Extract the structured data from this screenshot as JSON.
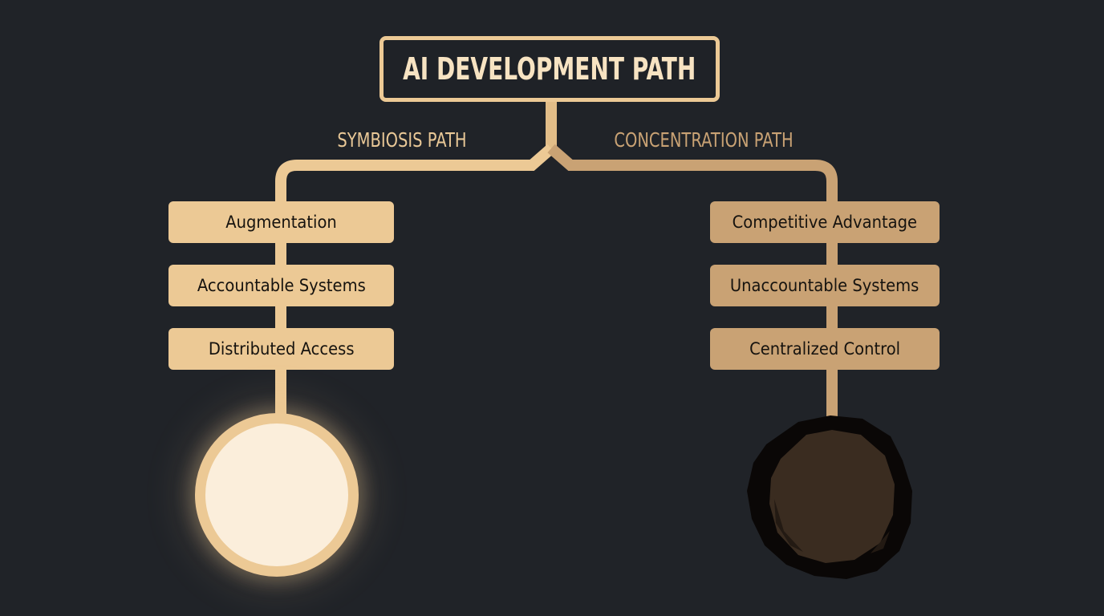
{
  "title": "AI DEVELOPMENT PATH",
  "branches": {
    "left": {
      "label": "SYMBIOSIS PATH",
      "color": "#ecc995",
      "nodes": [
        "Augmentation",
        "Accountable Systems",
        "Distributed Access"
      ],
      "outcome": "bright-orb"
    },
    "right": {
      "label": "CONCENTRATION PATH",
      "color": "#c9a274",
      "nodes": [
        "Competitive Advantage",
        "Unaccountable Systems",
        "Centralized Control"
      ],
      "outcome": "dark-orb"
    }
  },
  "colors": {
    "background": "#202328",
    "title_border": "#ecc995",
    "title_text": "#f7e3c2",
    "bright_orb_fill": "#fbeedb",
    "dark_orb_fill": "#3a2c20",
    "dark_orb_border": "#0a0706"
  }
}
